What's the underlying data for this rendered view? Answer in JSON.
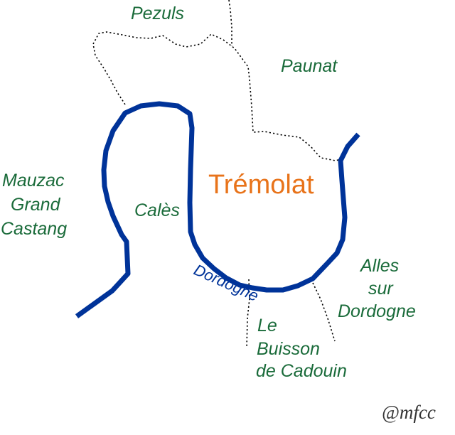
{
  "map": {
    "colors": {
      "river": "#003399",
      "commune_labels": "#1a6b3a",
      "center_label": "#e8731a",
      "boundaries": "#000000",
      "signature": "#333333"
    },
    "center": {
      "name": "Trémolat"
    },
    "river": {
      "name": "Dordogne"
    },
    "communes": {
      "pezuls": "Pezuls",
      "paunat": "Paunat",
      "mauzac": [
        "Mauzac",
        "Grand",
        "Castang"
      ],
      "cales": "Calès",
      "alles": [
        "Alles",
        "sur",
        "Dordogne"
      ],
      "buisson": [
        "Le",
        "Buisson",
        "de Cadouin"
      ]
    },
    "signature": "@mfcc"
  }
}
